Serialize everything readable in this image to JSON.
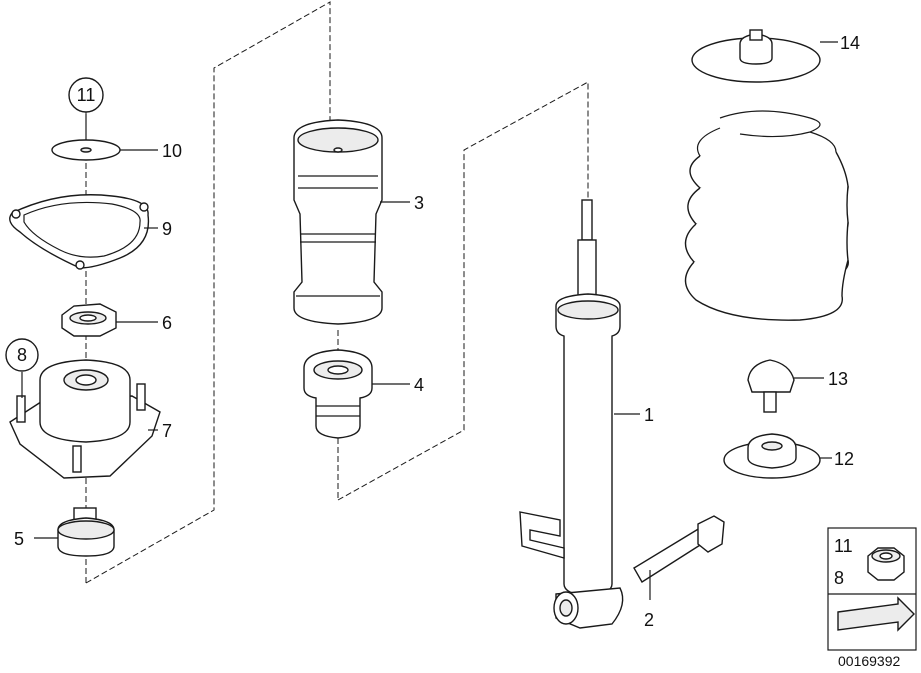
{
  "diagram": {
    "callouts": {
      "c1": "1",
      "c2": "2",
      "c3": "3",
      "c4": "4",
      "c5": "5",
      "c6": "6",
      "c7": "7",
      "c8": "8",
      "c9": "9",
      "c10": "10",
      "c11": "11",
      "c12": "12",
      "c13": "13",
      "c14": "14"
    },
    "legend": {
      "top": "11",
      "bottom": "8"
    },
    "image_code": "00169392"
  }
}
